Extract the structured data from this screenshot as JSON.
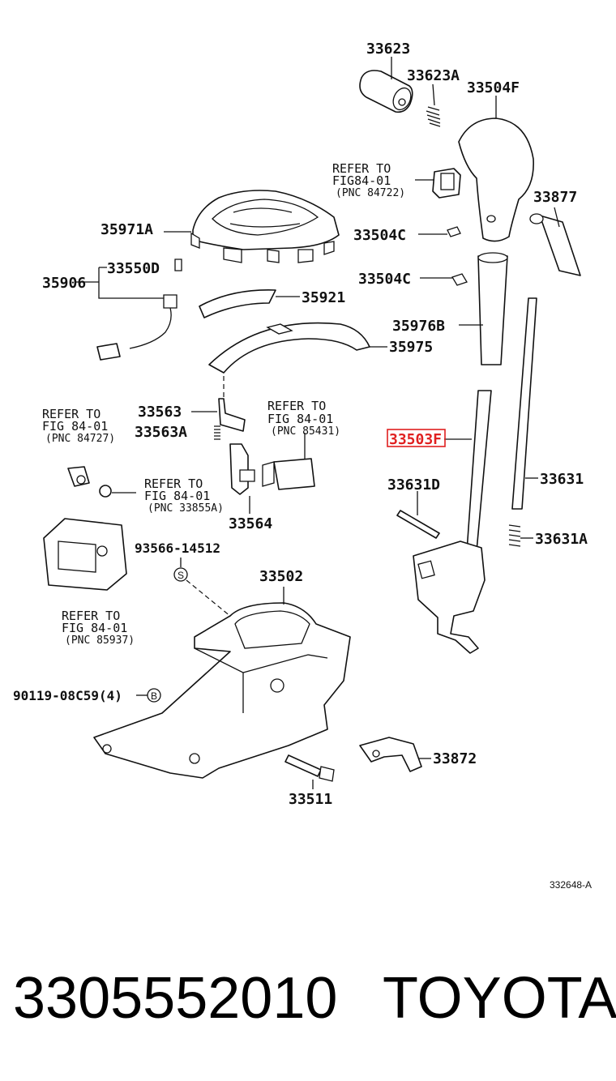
{
  "highlight_color": "#e02020",
  "labels": {
    "p33623": "33623",
    "p33623A": "33623A",
    "p33504F": "33504F",
    "refer_84722_a": "REFER TO",
    "refer_84722_b": "FIG84-01",
    "refer_84722_c": "(PNC 84722)",
    "p33877": "33877",
    "p35971A": "35971A",
    "p33504C_1": "33504C",
    "p33504C_2": "33504C",
    "p33550D": "33550D",
    "p35906": "35906",
    "p35921": "35921",
    "p35976B": "35976B",
    "p35975": "35975",
    "p33563": "33563",
    "p33563A": "33563A",
    "refer_85431_a": "REFER TO",
    "refer_85431_b": "FIG 84-01",
    "refer_85431_c": "(PNC 85431)",
    "refer_84727_a": "REFER TO",
    "refer_84727_b": "FIG 84-01",
    "refer_84727_c": "(PNC 84727)",
    "p33503F": "33503F",
    "p33631D": "33631D",
    "p33631": "33631",
    "refer_33855A_a": "REFER TO",
    "refer_33855A_b": "FIG 84-01",
    "refer_33855A_c": "(PNC 33855A)",
    "p33564": "33564",
    "p33631A": "33631A",
    "p93566": "93566-14512",
    "mark_s": "S",
    "p33502": "33502",
    "refer_85937_a": "REFER TO",
    "refer_85937_b": "FIG 84-01",
    "refer_85937_c": "(PNC 85937)",
    "p90119": "90119-08C59(4)",
    "mark_b": "B",
    "p33872": "33872",
    "p33511": "33511",
    "diagram_code": "332648-A"
  },
  "footer": {
    "part_number": "3305552010",
    "brand": "TOYOTA"
  }
}
